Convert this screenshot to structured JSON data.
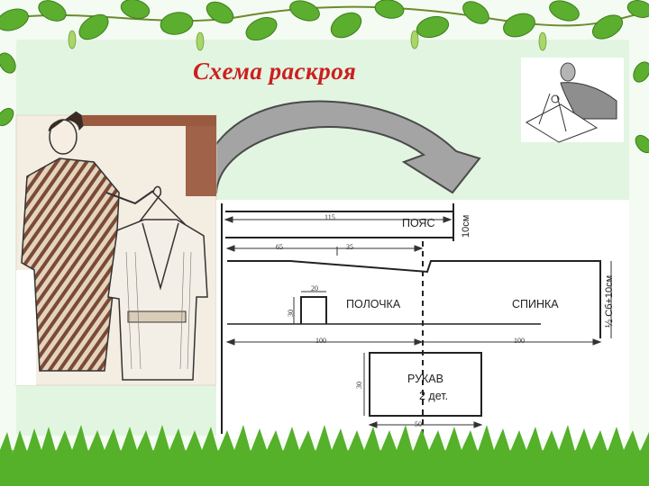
{
  "slide": {
    "title": "Схема раскроя"
  },
  "pattern": {
    "pieces": {
      "belt": "ПОЯС",
      "front": "ПОЛОЧКА",
      "back": "СПИНКА",
      "sleeve": "РУКАВ",
      "sleeve_count": "2 дет."
    },
    "formulas": {
      "belt_width": "10см",
      "half_width": "½ Сб+10см"
    },
    "dimensions": {
      "belt_length": "115",
      "belt_start": "65",
      "belt_gap": "35",
      "neck_width": "20",
      "neck_depth": "30",
      "front_length": "100",
      "back_length": "100",
      "sleeve_height": "30",
      "sleeve_width": "50"
    }
  },
  "colors": {
    "title": "#cc1f1f",
    "arrow_fill": "#a4a4a4",
    "panel": "#e2f5e1",
    "leaf": "#5cae2e",
    "grass": "#55b02a"
  }
}
